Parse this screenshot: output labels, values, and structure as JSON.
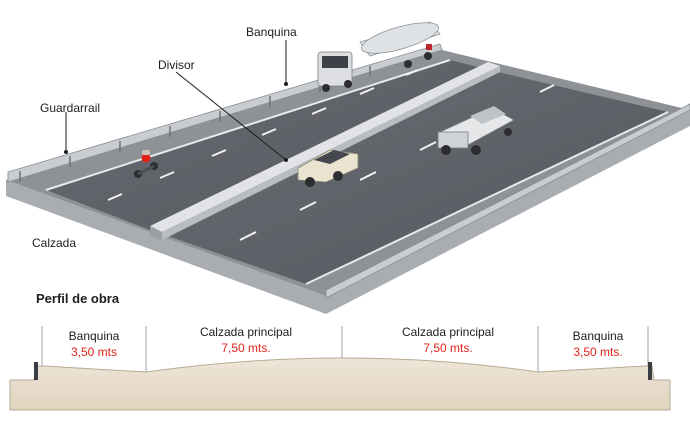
{
  "labels": {
    "banquina": "Banquina",
    "divisor": "Divisor",
    "guardarrail": "Guardarrail",
    "calzada": "Calzada"
  },
  "profile": {
    "title": "Perfil de obra",
    "columns": [
      {
        "name": "Banquina",
        "width": "3,50 mts"
      },
      {
        "name": "Calzada principal",
        "width": "7,50 mts."
      },
      {
        "name": "Calzada principal",
        "width": "7,50 mts."
      },
      {
        "name": "Banquina",
        "width": "3,50 mts."
      }
    ]
  },
  "colors": {
    "asphalt": "#5a5d63",
    "shoulder": "#8c8f94",
    "concrete": "#d3d6d9",
    "accent": "#e2231a",
    "profile_fill": "#e7dccb"
  }
}
